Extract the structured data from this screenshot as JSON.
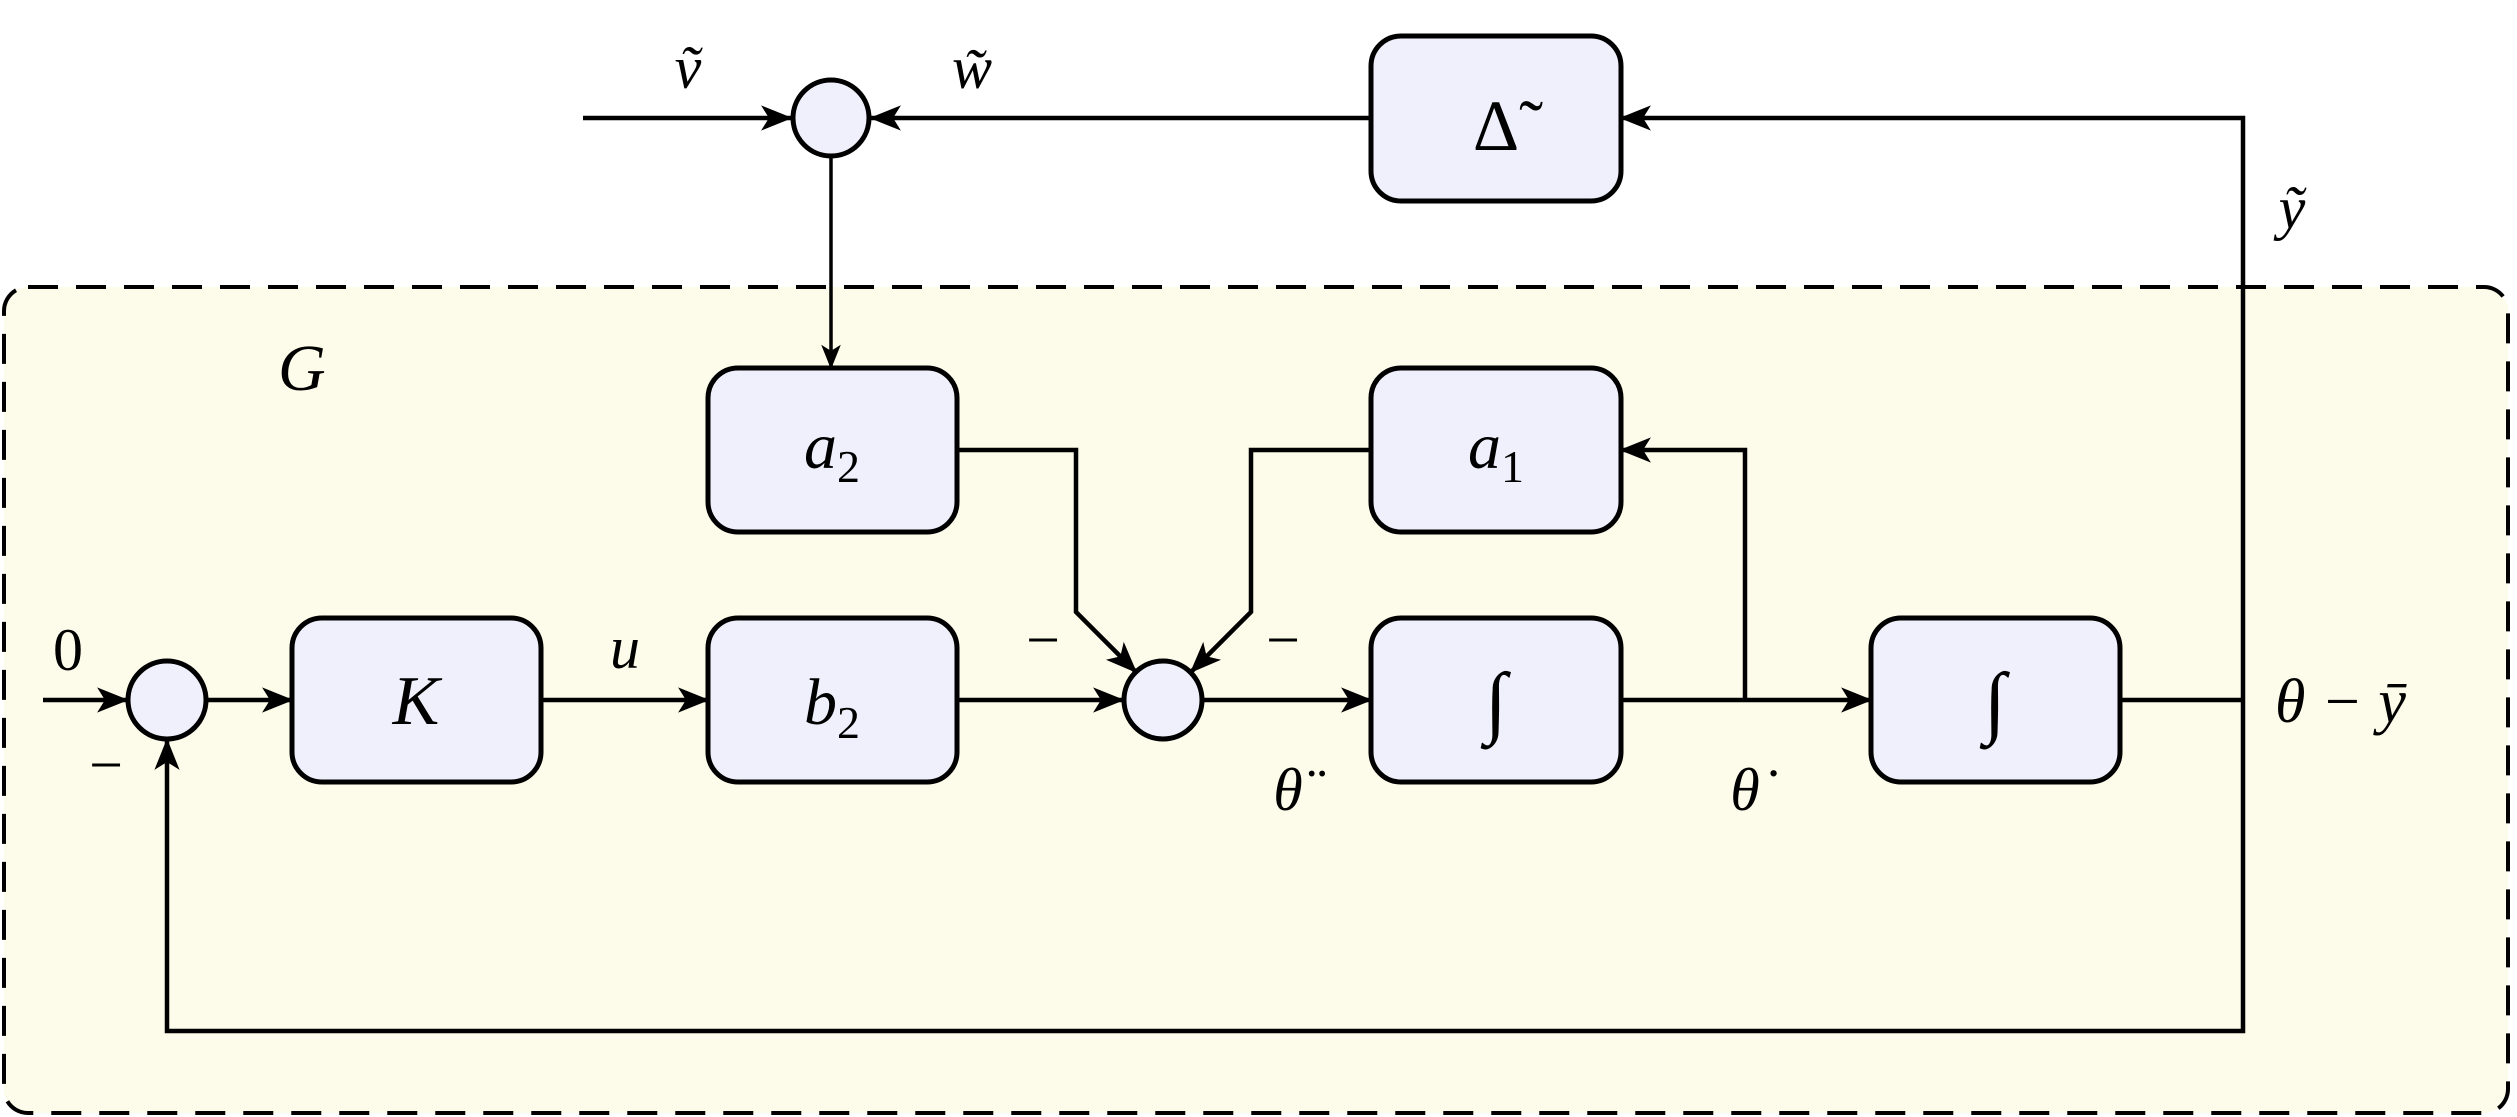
{
  "diagram": {
    "type": "block-diagram",
    "region": {
      "label": "G",
      "fill": "#fdfbe9",
      "border": "dashed"
    },
    "blocks": {
      "delta": {
        "label": "Δ̃"
      },
      "a2": {
        "label": "a",
        "sub": "2"
      },
      "a1": {
        "label": "a",
        "sub": "1"
      },
      "K": {
        "label": "K"
      },
      "b2": {
        "label": "b",
        "sub": "2"
      },
      "int1": {
        "label": "∫"
      },
      "int2": {
        "label": "∫"
      }
    },
    "signals": {
      "v_tilde": "ṽ",
      "w_tilde": "w̃",
      "y_tilde": "ỹ",
      "zero": "0",
      "u": "u",
      "theta_ddot": "θ̈",
      "theta_dot": "θ̇",
      "output": "θ − ȳ"
    },
    "signs": {
      "sum1_feedback": "−",
      "sum2_from_a2": "−",
      "sum2_from_a1": "−"
    },
    "colors": {
      "block_fill": "#f0f0fc",
      "region_fill": "#fdfbe9",
      "stroke": "#000000"
    }
  }
}
